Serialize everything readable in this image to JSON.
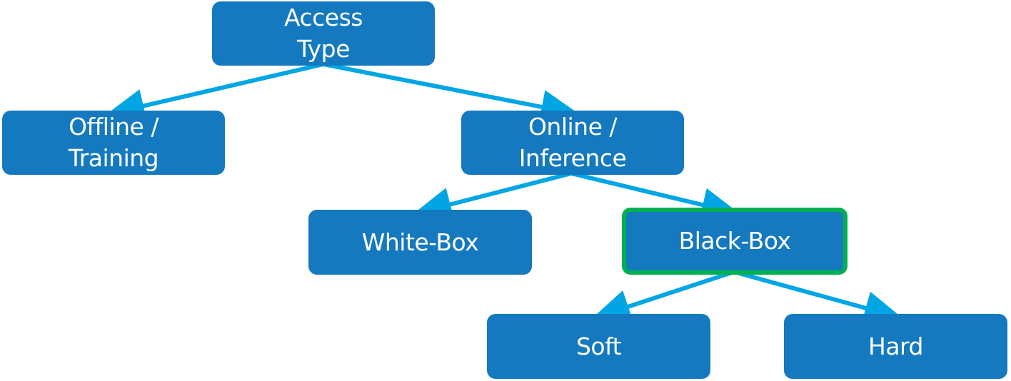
{
  "colors": {
    "node_fill": "#1479bf",
    "node_text": "#ffffff",
    "edge": "#00a6e4",
    "highlight_border": "#00b050",
    "background": "#ffffff"
  },
  "nodes": {
    "access_type": {
      "line1": "Access",
      "line2": "Type"
    },
    "offline_training": {
      "line1": "Offline /",
      "line2": "Training"
    },
    "online_inference": {
      "line1": "Online /",
      "line2": "Inference"
    },
    "white_box": {
      "label": "White-Box"
    },
    "black_box": {
      "label": "Black-Box",
      "highlighted": true
    },
    "soft": {
      "label": "Soft"
    },
    "hard": {
      "label": "Hard"
    }
  },
  "edges": [
    {
      "from": "access_type",
      "to": "offline_training"
    },
    {
      "from": "access_type",
      "to": "online_inference"
    },
    {
      "from": "online_inference",
      "to": "white_box"
    },
    {
      "from": "online_inference",
      "to": "black_box"
    },
    {
      "from": "black_box",
      "to": "soft"
    },
    {
      "from": "black_box",
      "to": "hard"
    }
  ]
}
